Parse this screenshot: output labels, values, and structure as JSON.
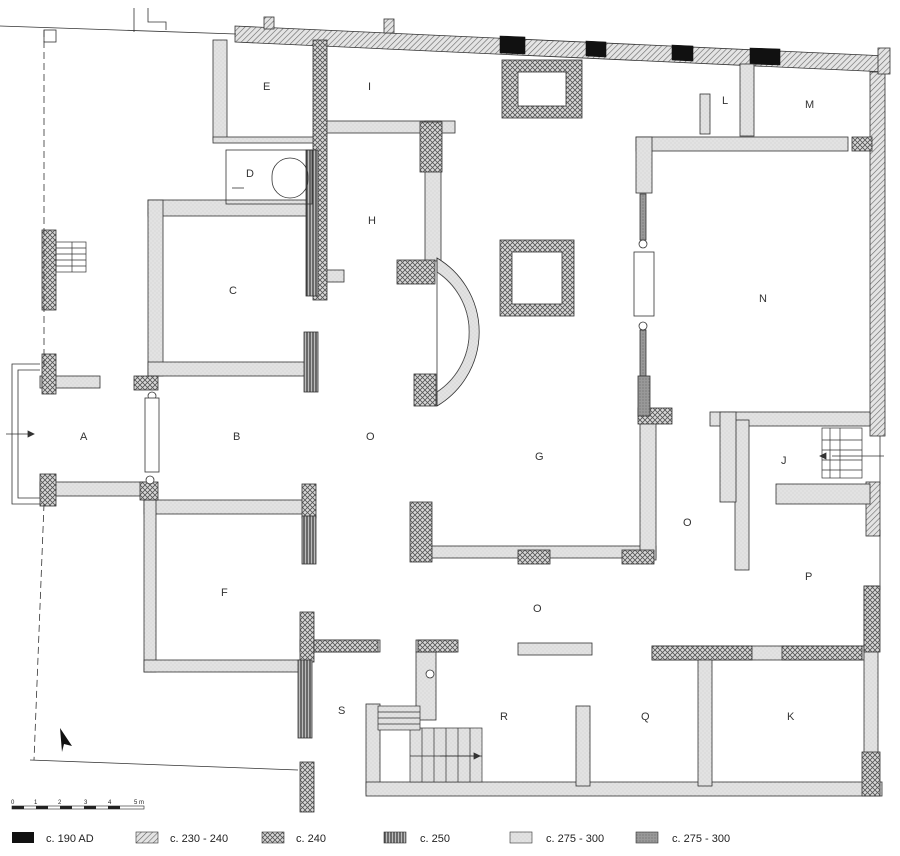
{
  "rooms": {
    "A": "A",
    "B": "B",
    "C": "C",
    "D": "D",
    "E": "E",
    "F": "F",
    "G": "G",
    "H": "H",
    "I": "I",
    "J": "J",
    "K": "K",
    "L": "L",
    "M": "M",
    "N": "N",
    "O": "O",
    "P": "P",
    "Q": "Q",
    "R": "R",
    "S": "S"
  },
  "scale": {
    "ticks": [
      "0",
      "1",
      "2",
      "3",
      "4",
      "5 m"
    ]
  },
  "legend": [
    {
      "label": "c. 190  AD",
      "pattern": "solid-black",
      "color": "#111111"
    },
    {
      "label": "c. 230 - 240",
      "pattern": "diagonal-hatch",
      "color": "#777777"
    },
    {
      "label": "c. 240",
      "pattern": "crosshatch",
      "color": "#777777"
    },
    {
      "label": "c. 250",
      "pattern": "vertical-lines",
      "color": "#555555"
    },
    {
      "label": "c. 275 - 300",
      "pattern": "light-stipple",
      "color": "#dddddd"
    },
    {
      "label": "c. 275 - 300",
      "pattern": "dark-stipple",
      "color": "#888888"
    }
  ],
  "north_arrow": "north-arrow-icon"
}
